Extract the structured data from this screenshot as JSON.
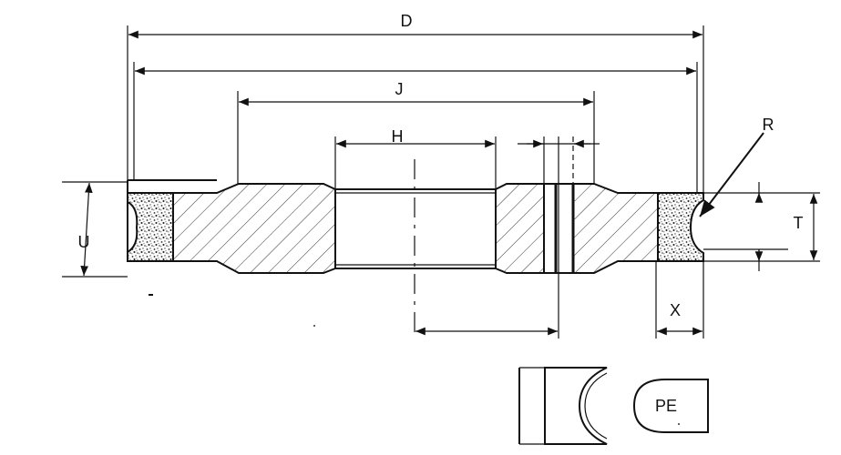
{
  "dimensions": {
    "D": "D",
    "J": "J",
    "H": "H",
    "R": "R",
    "T": "T",
    "U": "U",
    "X": "X"
  },
  "profile_label": "PE"
}
